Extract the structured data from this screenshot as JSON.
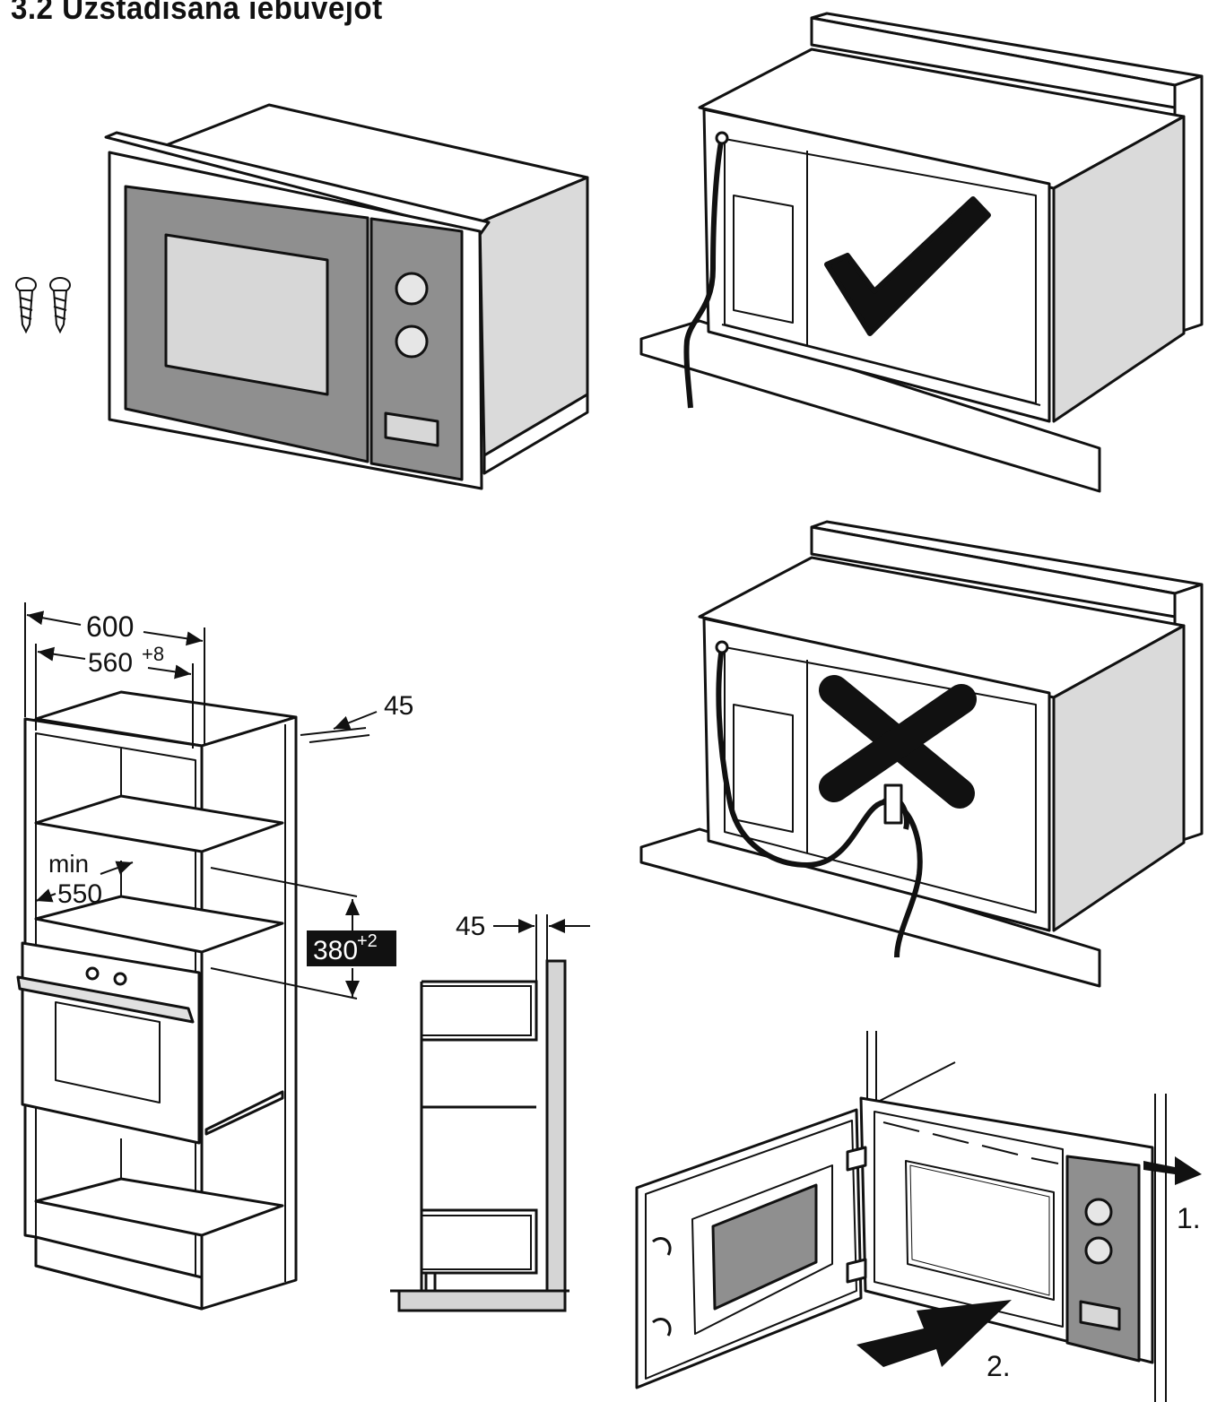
{
  "title": "3.2 Uzstādīšana iebūvējot",
  "dimensions": {
    "width_600": "600",
    "width_560": "560",
    "width_560_tol": "+8",
    "depth_45": "45",
    "min_label": "min",
    "min_550": "550",
    "height_380": "380",
    "height_380_tol": "+2",
    "side_45": "45"
  },
  "steps": {
    "step1": "1.",
    "step2": "2."
  },
  "icons": {
    "correct": "checkmark-icon",
    "wrong": "cross-icon"
  },
  "colors": {
    "line": "#111111",
    "panel_gray": "#8a8a8a",
    "light_gray": "#d9d9d9",
    "badge_bg": "#111111",
    "badge_text": "#ffffff"
  }
}
